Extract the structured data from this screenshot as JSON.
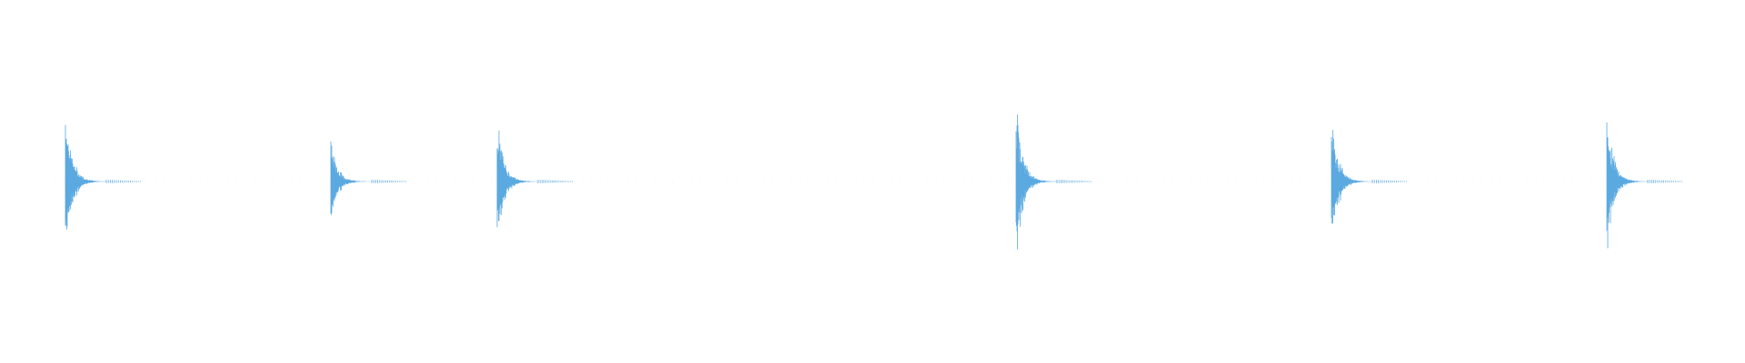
{
  "waveform": {
    "color": "#5aa9e0",
    "background": "#ffffff",
    "bursts": [
      {
        "amplitude": 0.98
      },
      {
        "amplitude": 0.55
      },
      {
        "amplitude": 0.82
      },
      {
        "amplitude": 1.0
      },
      {
        "amplitude": 0.9
      },
      {
        "amplitude": 0.92
      }
    ]
  }
}
